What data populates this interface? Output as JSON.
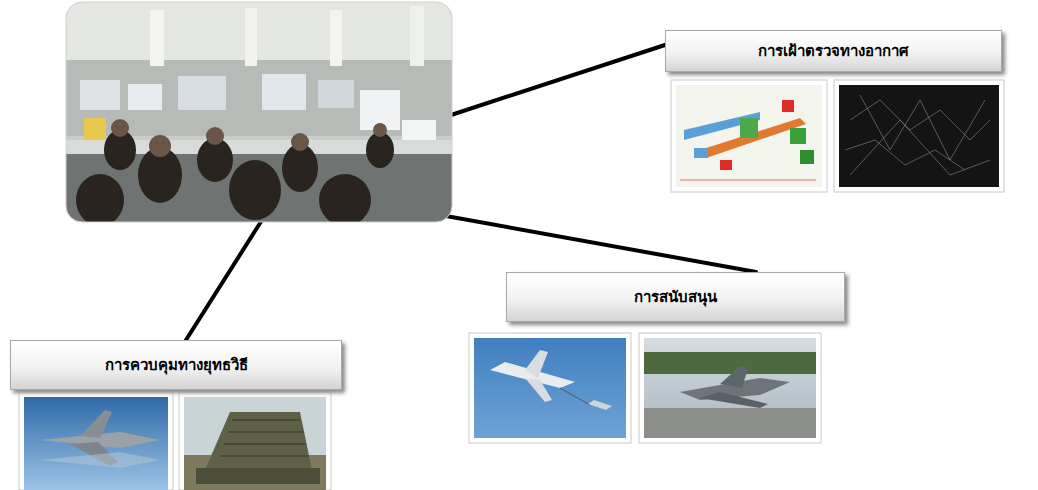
{
  "diagram": {
    "nodes": [
      {
        "text": [
          "การเฝ้าตรวจทางอากาศ"
        ]
      },
      {
        "text": [
          "การสนับสนุน"
        ]
      },
      {
        "text": [
          "การควบคุมทางยุทธวิธี"
        ]
      }
    ]
  }
}
